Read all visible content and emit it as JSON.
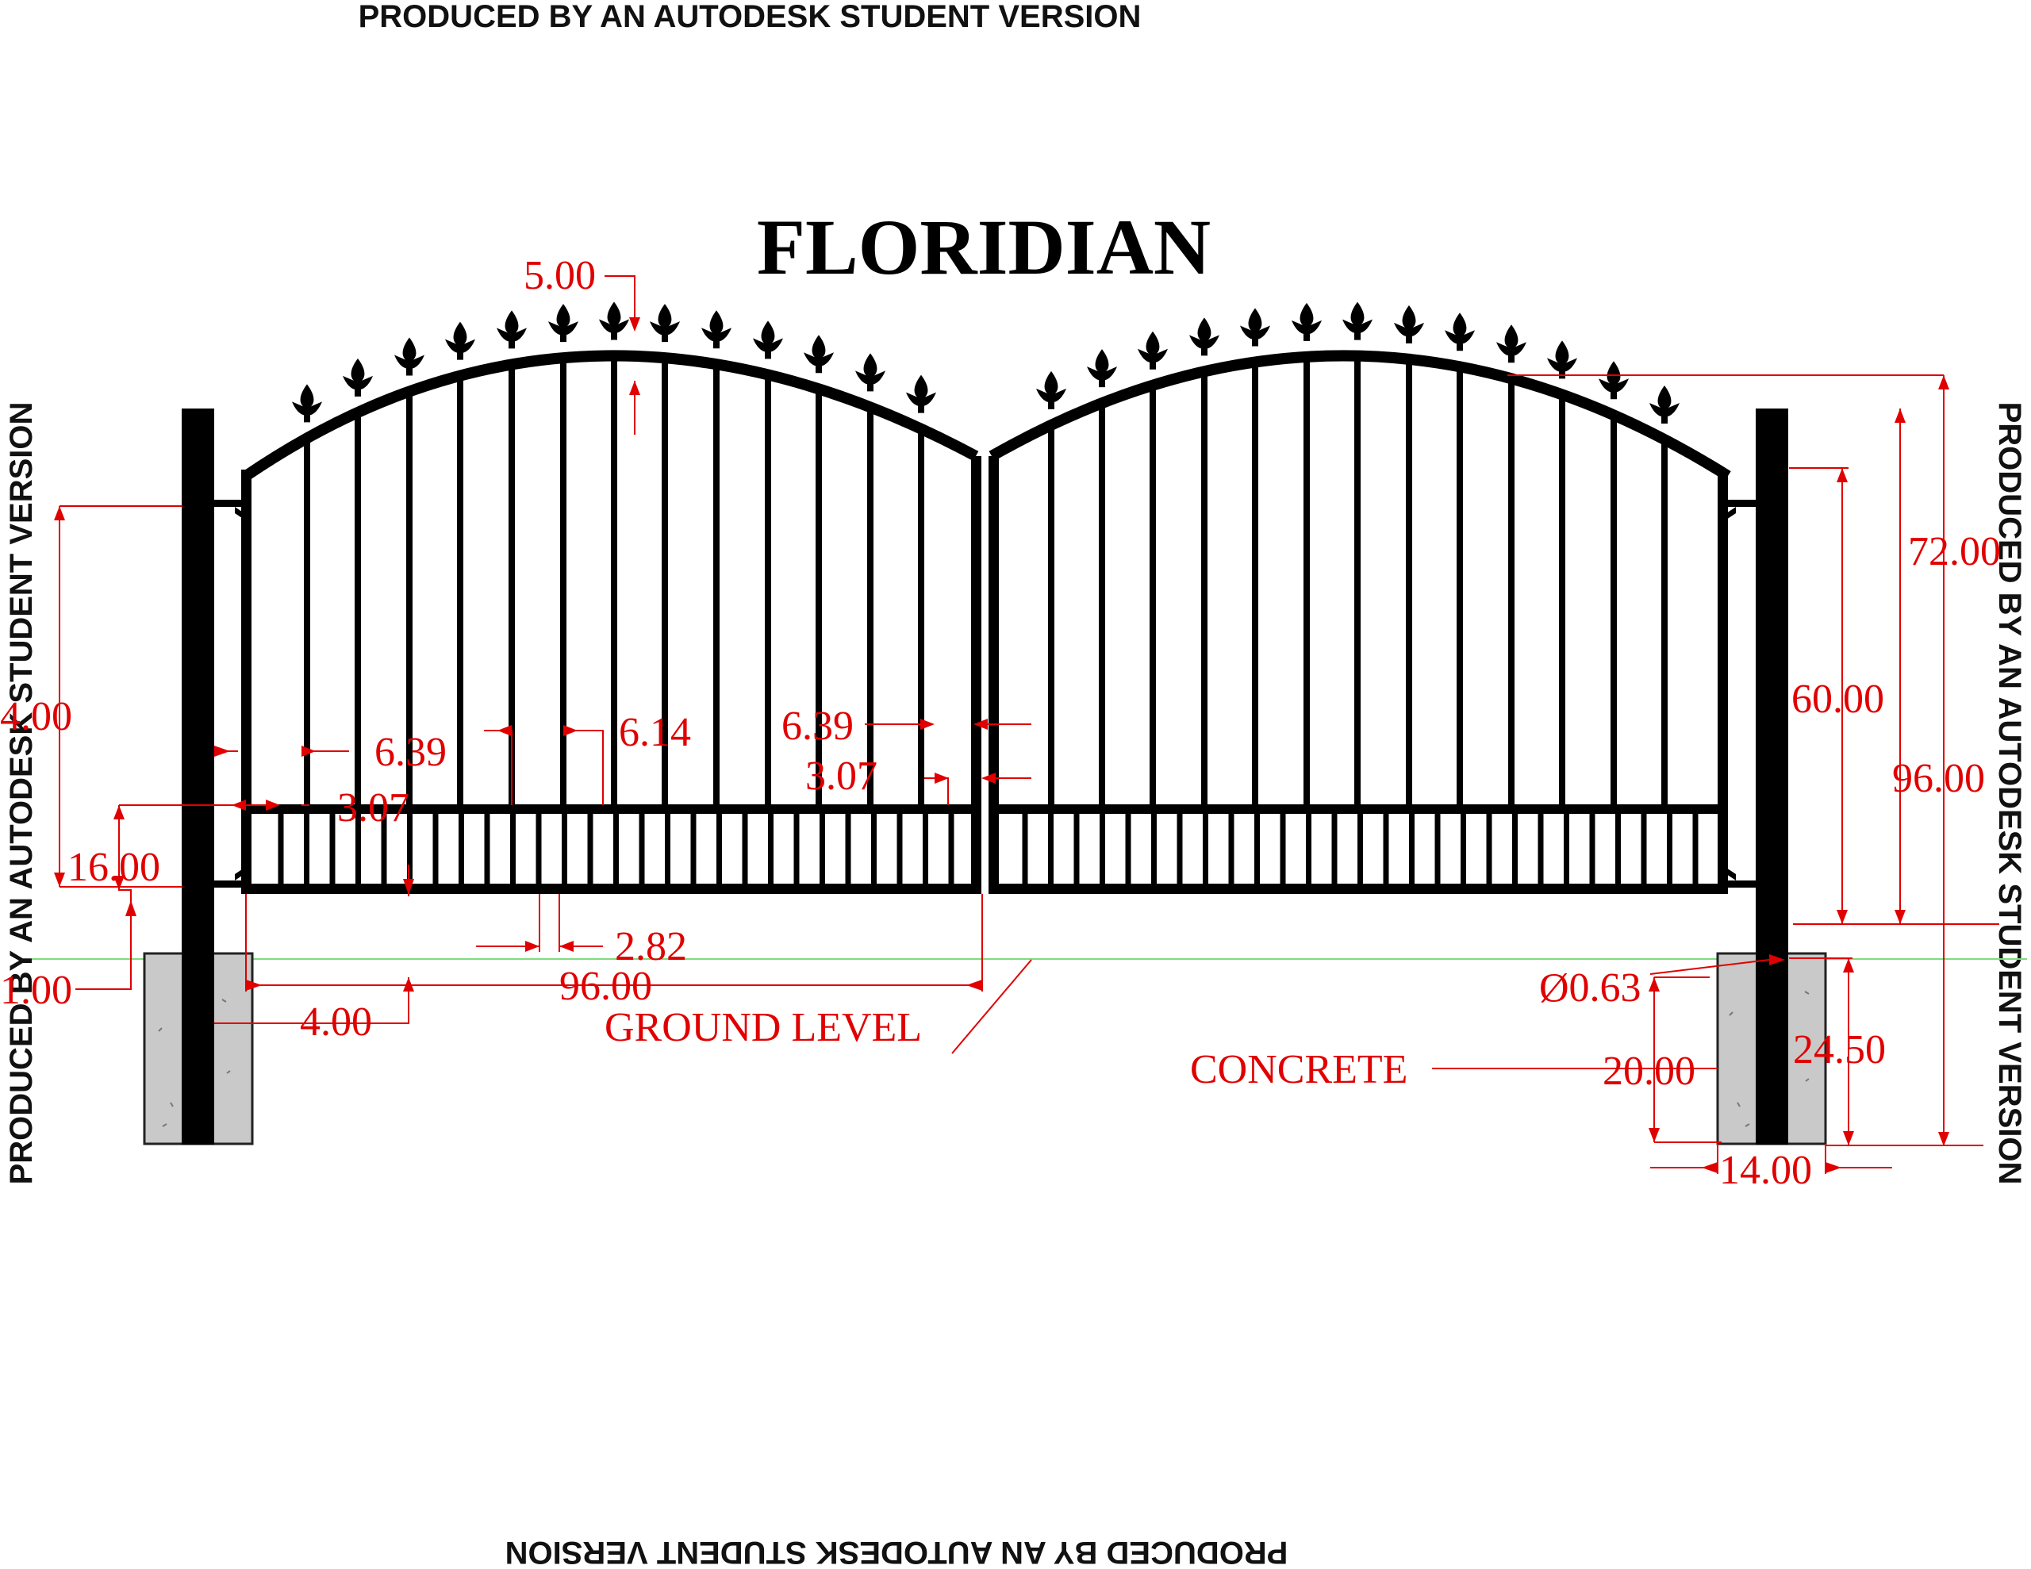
{
  "watermark": "PRODUCED BY AN AUTODESK STUDENT VERSION",
  "title": "FLORIDIAN",
  "dimensions": {
    "finial_height": "5.00",
    "left_height": "4.00",
    "picket_spacing_a": "6.39",
    "picket_spacing_b": "6.14",
    "picket_spacing_c": "6.39",
    "end_gap_left": "3.07",
    "end_gap_center": "3.07",
    "bottom_section": "16.00",
    "ground_clearance": "1.00",
    "lower_picket_gap": "2.82",
    "gate_width": "96.00",
    "post_offset": "4.00",
    "gate_height_72": "72.00",
    "gate_height_60": "60.00",
    "total_height": "96.00",
    "post_diameter": "Ø0.63",
    "embed_depth": "20.00",
    "footing_depth": "24.50",
    "footing_width": "14.00"
  },
  "labels": {
    "ground_level": "GROUND LEVEL",
    "concrete": "CONCRETE"
  },
  "colors": {
    "dimension": "#e00000",
    "steel": "#000000",
    "concrete": "#c9c9c9",
    "ground_line": "#7ddc7d"
  }
}
